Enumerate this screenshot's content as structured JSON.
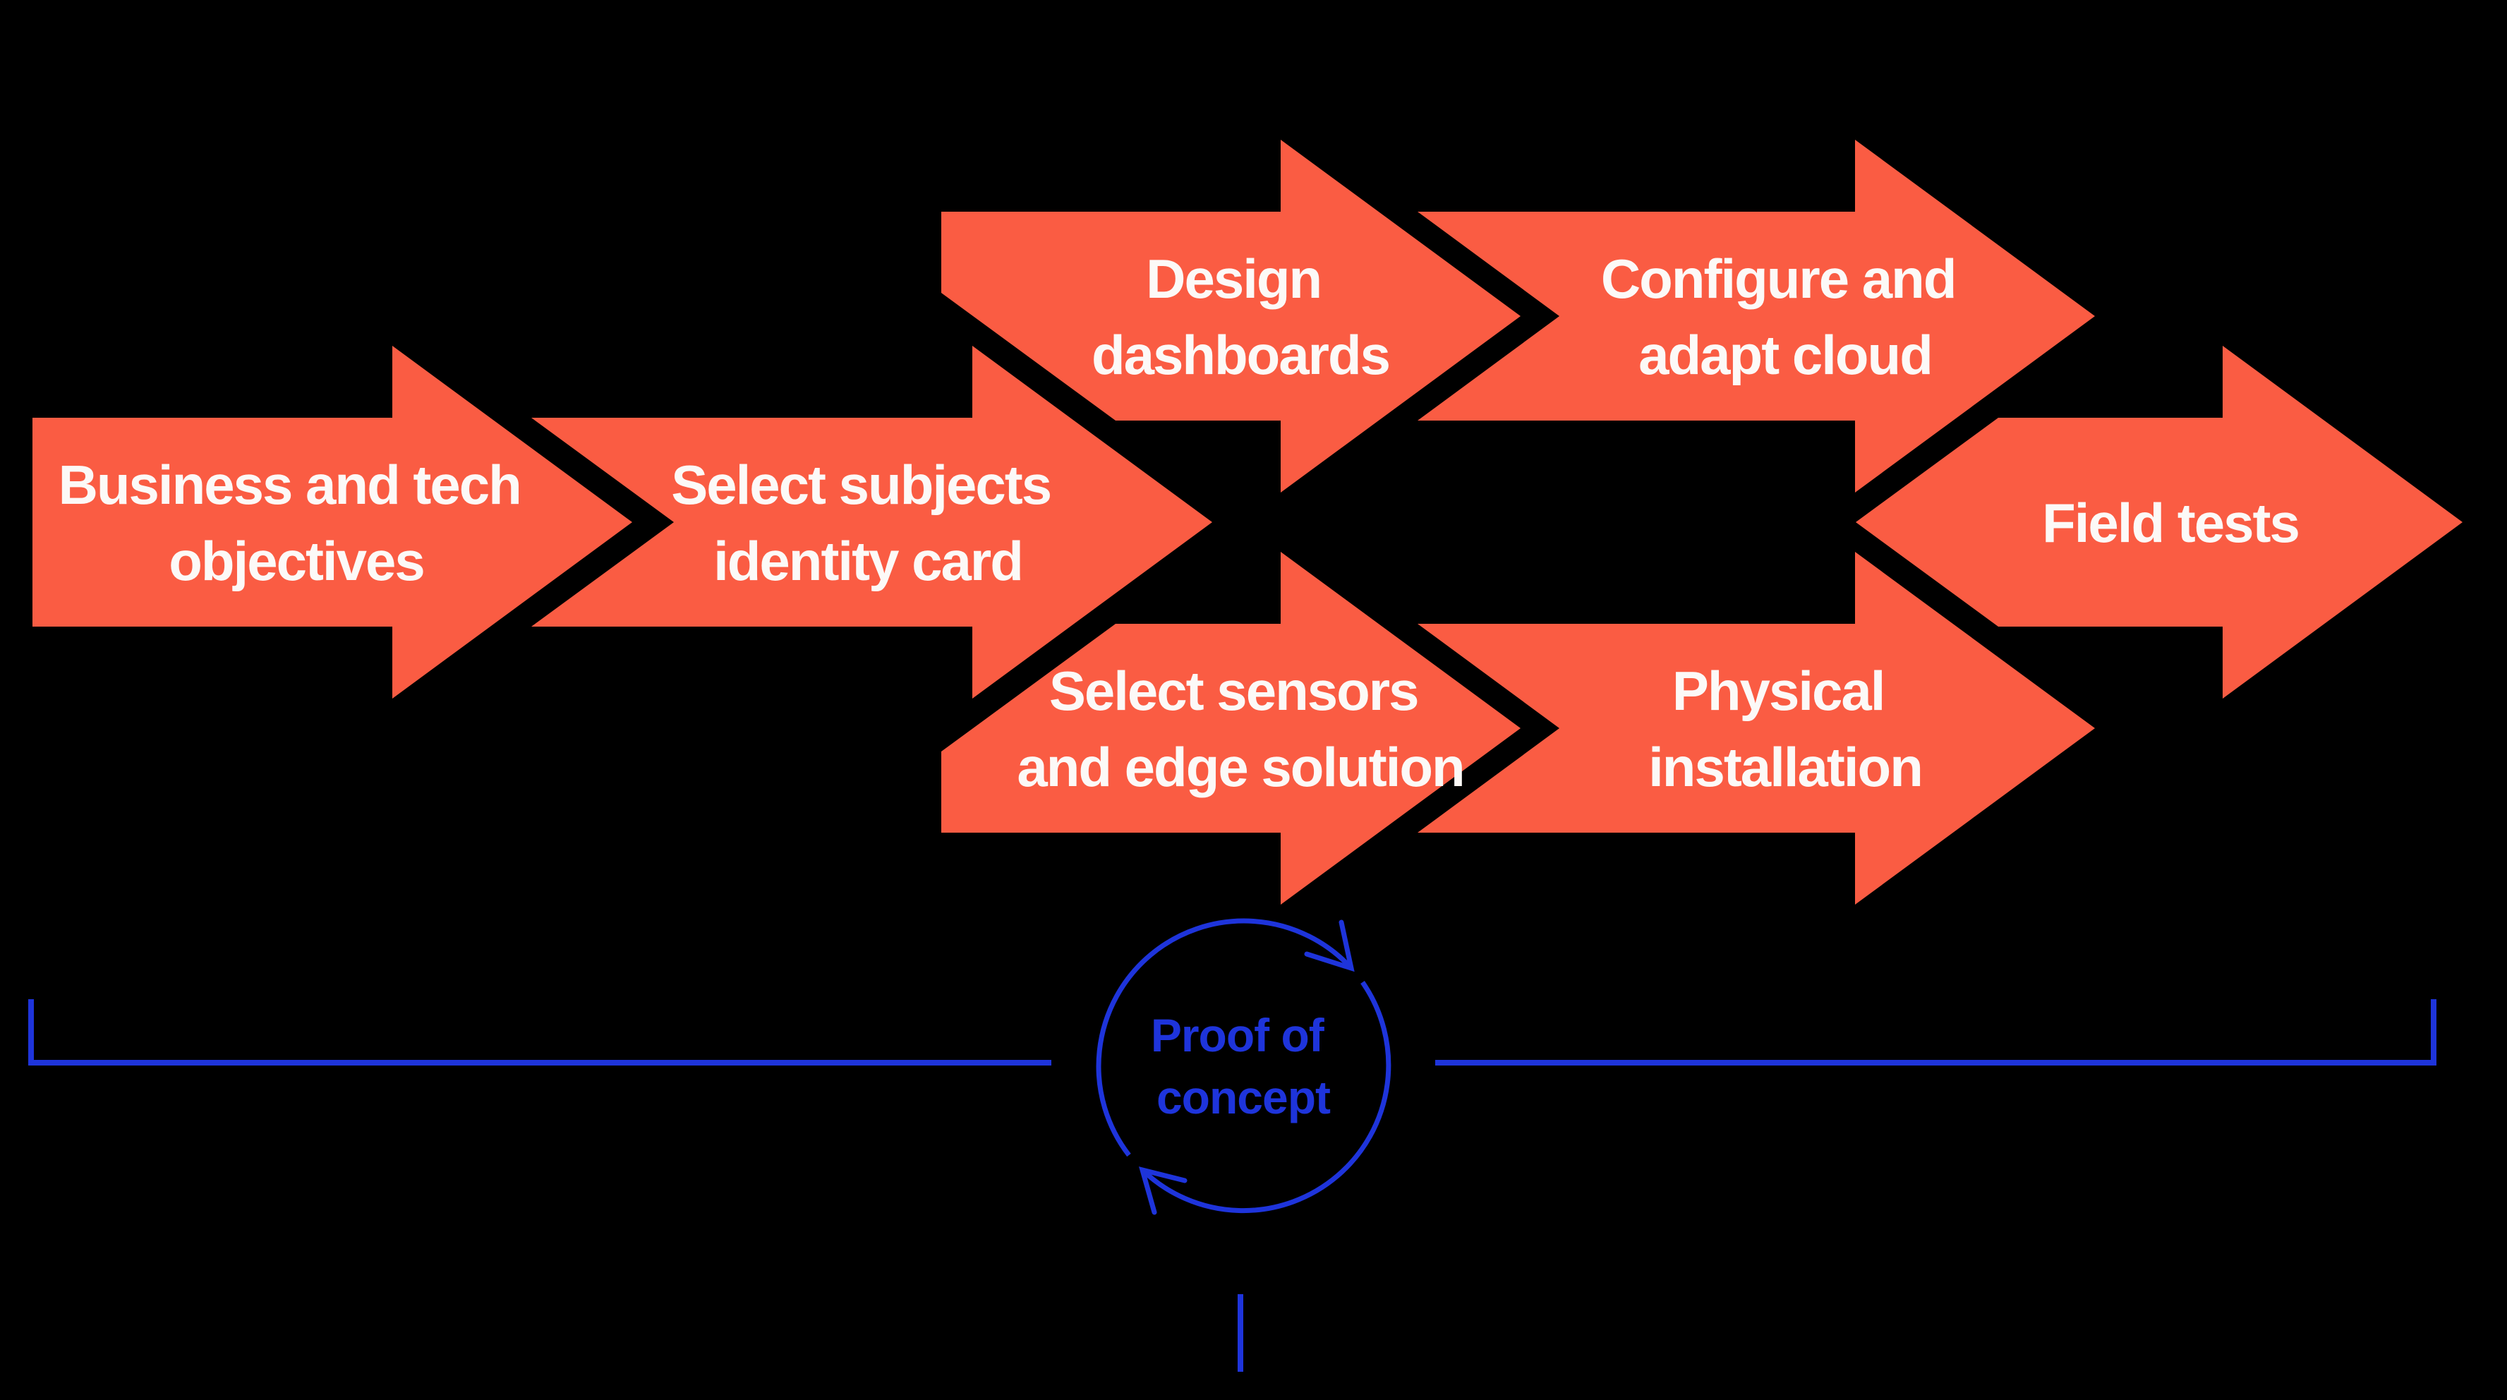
{
  "theme": {
    "background": "#000000",
    "arrow_fill": "#FA5C43",
    "label_color": "#FCF9F7",
    "accent_blue": "#1E34DB"
  },
  "flow": {
    "steps": [
      {
        "id": "business-and-tech-objectives",
        "lines": [
          "Business and tech",
          "objectives"
        ]
      },
      {
        "id": "select-subjects-identity-card",
        "lines": [
          "Select subjects",
          "identity card"
        ]
      },
      {
        "id": "design-dashboards",
        "lines": [
          "Design",
          "dashboards"
        ]
      },
      {
        "id": "select-sensors-and-edge-solution",
        "lines": [
          "Select sensors",
          "and edge solution"
        ]
      },
      {
        "id": "configure-and-adapt-cloud",
        "lines": [
          "Configure and",
          "adapt cloud"
        ]
      },
      {
        "id": "physical-installation",
        "lines": [
          "Physical",
          "installation"
        ]
      },
      {
        "id": "field-tests",
        "lines": [
          "Field tests"
        ]
      }
    ]
  },
  "proof_of_concept": {
    "lines": [
      "Proof of",
      "concept"
    ]
  }
}
